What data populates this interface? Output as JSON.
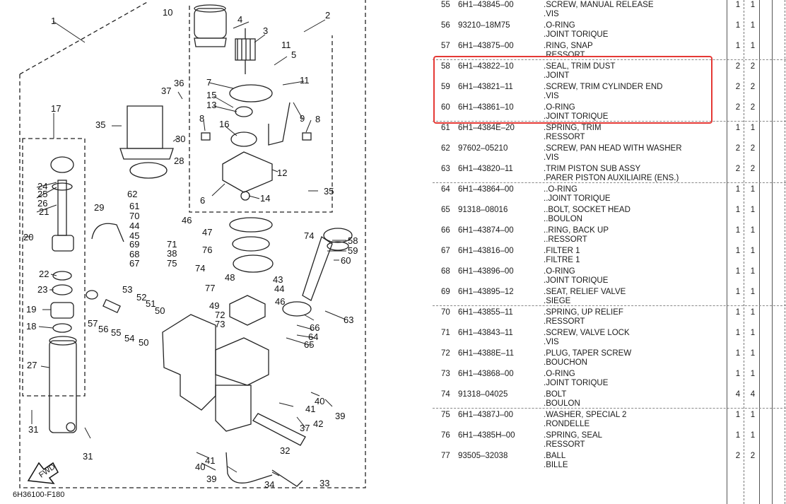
{
  "diagram": {
    "plate_code": "6H36100-F180",
    "fwd_label": "FWD",
    "callouts": [
      "1",
      "2",
      "3",
      "4",
      "5",
      "6",
      "7",
      "8",
      "8",
      "9",
      "10",
      "11",
      "11",
      "12",
      "13",
      "14",
      "15",
      "16",
      "17",
      "18",
      "19",
      "20",
      "21",
      "22",
      "23",
      "24",
      "25",
      "26",
      "27",
      "28",
      "29",
      "30",
      "31",
      "31",
      "32",
      "33",
      "34",
      "35",
      "35",
      "36",
      "37",
      "37",
      "38",
      "39",
      "39",
      "40",
      "40",
      "41",
      "41",
      "42",
      "43",
      "44",
      "44",
      "45",
      "46",
      "46",
      "47",
      "48",
      "49",
      "50",
      "50",
      "51",
      "52",
      "53",
      "54",
      "55",
      "56",
      "57",
      "58",
      "59",
      "60",
      "61",
      "62",
      "63",
      "64",
      "65",
      "66",
      "67",
      "68",
      "69",
      "70",
      "71",
      "72",
      "73",
      "74",
      "74",
      "75",
      "76",
      "77"
    ]
  },
  "parts": [
    {
      "ref": "55",
      "pn": "6H1–43845–00",
      "desc1": ".SCREW, MANUAL RELEASE",
      "desc2": ".VIS",
      "q1": "1",
      "q2": "1"
    },
    {
      "ref": "56",
      "pn": "93210–18M75",
      "desc1": ".O-RING",
      "desc2": ".JOINT TORIQUE",
      "q1": "1",
      "q2": "1"
    },
    {
      "ref": "57",
      "pn": "6H1–43875–00",
      "desc1": ".RING, SNAP",
      "desc2": ".RESSORT",
      "q1": "1",
      "q2": "1"
    },
    {
      "ref": "58",
      "pn": "6H1–43822–10",
      "desc1": ".SEAL, TRIM DUST",
      "desc2": ".JOINT",
      "q1": "2",
      "q2": "2"
    },
    {
      "ref": "59",
      "pn": "6H1–43821–11",
      "desc1": ".SCREW, TRIM CYLINDER END",
      "desc2": ".VIS",
      "q1": "2",
      "q2": "2"
    },
    {
      "ref": "60",
      "pn": "6H1–43861–10",
      "desc1": ".O-RING",
      "desc2": ".JOINT TORIQUE",
      "q1": "2",
      "q2": "2"
    },
    {
      "ref": "61",
      "pn": "6H1–4384E–20",
      "desc1": ".SPRING, TRIM",
      "desc2": ".RESSORT",
      "q1": "1",
      "q2": "1"
    },
    {
      "ref": "62",
      "pn": "97602–05210",
      "desc1": ".SCREW, PAN HEAD WITH WASHER",
      "desc2": ".VIS",
      "q1": "2",
      "q2": "2"
    },
    {
      "ref": "63",
      "pn": "6H1–43820–11",
      "desc1": ".TRIM PISTON SUB ASSY",
      "desc2": ".PARER PISTON AUXILIAIRE (ENS.)",
      "q1": "2",
      "q2": "2"
    },
    {
      "ref": "64",
      "pn": "6H1–43864–00",
      "desc1": "..O-RING",
      "desc2": "..JOINT TORIQUE",
      "q1": "1",
      "q2": "1"
    },
    {
      "ref": "65",
      "pn": "91318–08016",
      "desc1": "..BOLT, SOCKET HEAD",
      "desc2": "..BOULON",
      "q1": "1",
      "q2": "1"
    },
    {
      "ref": "66",
      "pn": "6H1–43874–00",
      "desc1": "..RING, BACK UP",
      "desc2": "..RESSORT",
      "q1": "1",
      "q2": "1"
    },
    {
      "ref": "67",
      "pn": "6H1–43816–00",
      "desc1": ".FILTER 1",
      "desc2": ".FILTRE 1",
      "q1": "1",
      "q2": "1"
    },
    {
      "ref": "68",
      "pn": "6H1–43896–00",
      "desc1": ".O-RING",
      "desc2": ".JOINT TORIQUE",
      "q1": "1",
      "q2": "1"
    },
    {
      "ref": "69",
      "pn": "6H1–43895–12",
      "desc1": ".SEAT, RELIEF VALVE",
      "desc2": ".SIEGE",
      "q1": "1",
      "q2": "1"
    },
    {
      "ref": "70",
      "pn": "6H1–43855–11",
      "desc1": ".SPRING, UP RELIEF",
      "desc2": ".RESSORT",
      "q1": "1",
      "q2": "1"
    },
    {
      "ref": "71",
      "pn": "6H1–43843–11",
      "desc1": ".SCREW, VALVE LOCK",
      "desc2": ".VIS",
      "q1": "1",
      "q2": "1"
    },
    {
      "ref": "72",
      "pn": "6H1–4388E–11",
      "desc1": ".PLUG, TAPER SCREW",
      "desc2": ".BOUCHON",
      "q1": "1",
      "q2": "1"
    },
    {
      "ref": "73",
      "pn": "6H1–43868–00",
      "desc1": ".O-RING",
      "desc2": ".JOINT TORIQUE",
      "q1": "1",
      "q2": "1"
    },
    {
      "ref": "74",
      "pn": "91318–04025",
      "desc1": ".BOLT",
      "desc2": ".BOULON",
      "q1": "4",
      "q2": "4"
    },
    {
      "ref": "75",
      "pn": "6H1–4387J–00",
      "desc1": ".WASHER, SPECIAL 2",
      "desc2": ".RONDELLE",
      "q1": "1",
      "q2": "1"
    },
    {
      "ref": "76",
      "pn": "6H1–4385H–00",
      "desc1": ".SPRING, SEAL",
      "desc2": ".RESSORT",
      "q1": "1",
      "q2": "1"
    },
    {
      "ref": "77",
      "pn": "93505–32038",
      "desc1": ".BALL",
      "desc2": ".BILLE",
      "q1": "2",
      "q2": "2"
    }
  ],
  "highlight_color": "#e53935"
}
